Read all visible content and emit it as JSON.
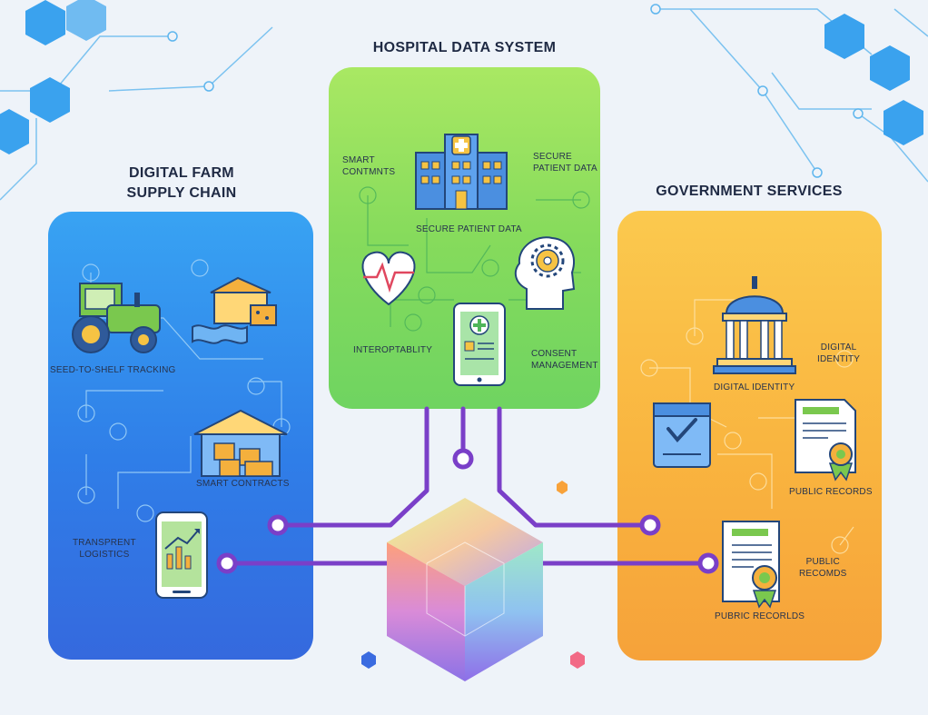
{
  "diagram": {
    "center": {
      "icon": "blockchain-cube-icon"
    },
    "panels": {
      "hospital": {
        "title": "HOSPITAL DATA SYSTEM",
        "labels": {
          "smart_contracts": "SMART\nCONTMNTS",
          "secure_patient_top": "SECURE\nPATIENT DATA",
          "secure_patient_center": "SECURE PATIENT DATA",
          "interop": "INTEROPTABLITY",
          "consent": "CONSENT\nMANAGEMENT"
        },
        "icons": [
          "hospital-building-icon",
          "heart-pulse-icon",
          "brain-gear-icon",
          "medical-tablet-icon"
        ],
        "color": "#86db5c"
      },
      "farm": {
        "title": "DIGITAL FARM\nSUPPLY CHAIN",
        "labels": {
          "seed": "SEED-TO-SHELF TRACKING",
          "smart": "SMART CONTRACTS",
          "transparent": "TRANSPRENT\nLOGISTICS"
        },
        "icons": [
          "tractor-icon",
          "warehouse-icon",
          "barn-icon",
          "phone-chart-icon"
        ],
        "color": "#2f7ee8"
      },
      "government": {
        "title": "GOVERNMENT SERVICES",
        "labels": {
          "digital_identity_right": "DIGITAL\nIDENTITY",
          "digital_identity_center": "DIGITAL IDENTITY",
          "public_records_right": "PUBLIC RECORDS",
          "public_recomds": "PUBLIC\nRECOMDS",
          "pubric_records": "PUBRIC RECORLDS"
        },
        "icons": [
          "capitol-building-icon",
          "ballot-box-icon",
          "certificate-icon",
          "document-seal-icon"
        ],
        "color": "#f9b43f"
      }
    },
    "connector_color": "#7a3fc8"
  }
}
